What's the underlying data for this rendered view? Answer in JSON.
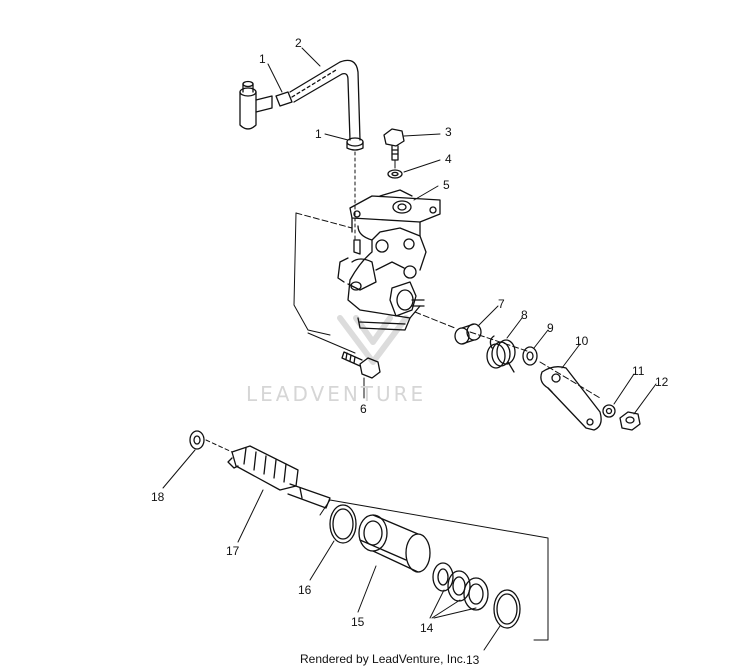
{
  "diagram": {
    "callouts": [
      "1",
      "2",
      "1",
      "3",
      "4",
      "5",
      "6",
      "7",
      "8",
      "9",
      "10",
      "11",
      "12",
      "13",
      "14",
      "15",
      "16",
      "17",
      "18"
    ],
    "watermark_text": "LEADVENTURE",
    "footer": "Rendered by LeadVenture, Inc."
  },
  "colors": {
    "ink": "#111111",
    "watermark": "#d6d6d6",
    "background": "#ffffff"
  }
}
